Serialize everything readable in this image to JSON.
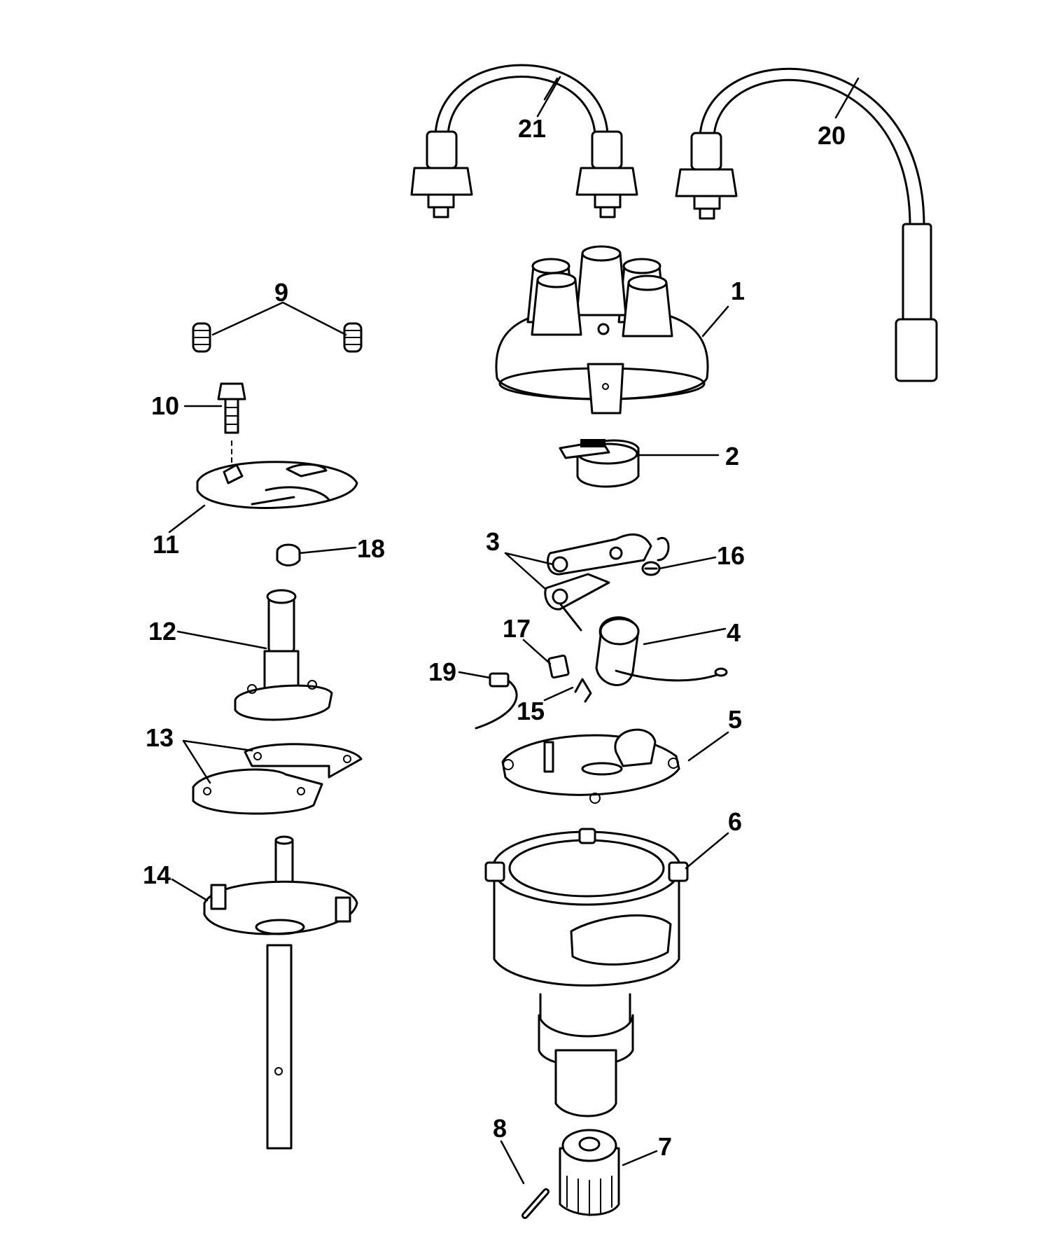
{
  "diagram": {
    "callouts": [
      {
        "id": "1",
        "label": "1"
      },
      {
        "id": "2",
        "label": "2"
      },
      {
        "id": "3",
        "label": "3"
      },
      {
        "id": "4",
        "label": "4"
      },
      {
        "id": "5",
        "label": "5"
      },
      {
        "id": "6",
        "label": "6"
      },
      {
        "id": "7",
        "label": "7"
      },
      {
        "id": "8",
        "label": "8"
      },
      {
        "id": "9",
        "label": "9"
      },
      {
        "id": "10",
        "label": "10"
      },
      {
        "id": "11",
        "label": "11"
      },
      {
        "id": "12",
        "label": "12"
      },
      {
        "id": "13",
        "label": "13"
      },
      {
        "id": "14",
        "label": "14"
      },
      {
        "id": "15",
        "label": "15"
      },
      {
        "id": "16",
        "label": "16"
      },
      {
        "id": "17",
        "label": "17"
      },
      {
        "id": "18",
        "label": "18"
      },
      {
        "id": "19",
        "label": "19"
      },
      {
        "id": "20",
        "label": "20"
      },
      {
        "id": "21",
        "label": "21"
      }
    ],
    "colors": {
      "ink": "#000000",
      "paper": "#ffffff"
    }
  }
}
